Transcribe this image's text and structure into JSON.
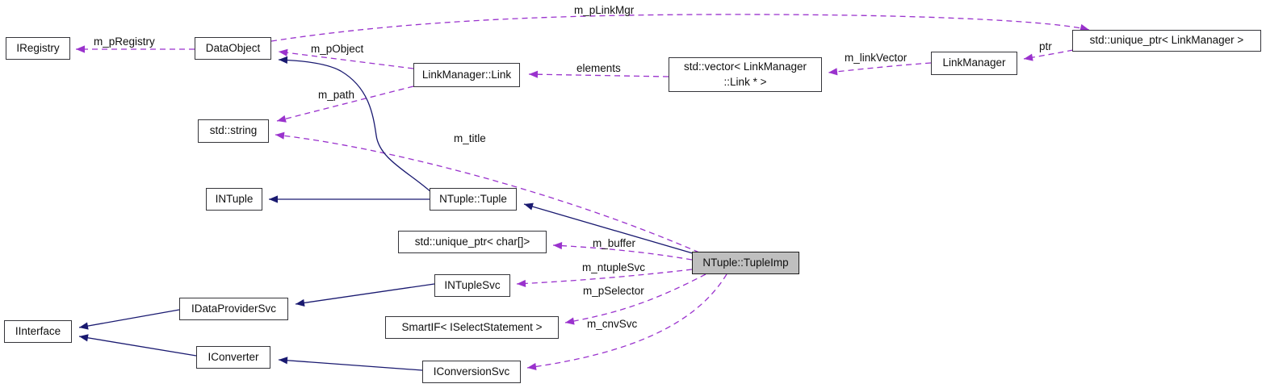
{
  "diagram": {
    "kind": "collaboration-graph",
    "focus_class": "NTuple::TupleImp",
    "colors": {
      "usage_edge": "#9a32cd",
      "inheritance_edge": "#191970",
      "node_fill": "#ffffff",
      "focus_node_fill": "#bfbfbf",
      "node_border": "#35353a",
      "text": "#101010",
      "background": "#ffffff"
    },
    "nodes": {
      "iregistry": {
        "label": "IRegistry"
      },
      "dataobject": {
        "label": "DataObject"
      },
      "linkmanagerLink": {
        "label": "LinkManager::Link"
      },
      "vectorLink": {
        "lines": [
          "std::vector< LinkManager",
          "::Link * >"
        ]
      },
      "linkmanager": {
        "label": "LinkManager"
      },
      "uniqueptrLinkmanager": {
        "label": "std::unique_ptr< LinkManager >"
      },
      "stdString": {
        "label": "std::string"
      },
      "intuple": {
        "label": "INTuple"
      },
      "ntupleTuple": {
        "label": "NTuple::Tuple"
      },
      "uniqueptrChar": {
        "label": "std::unique_ptr< char[]>"
      },
      "intuplesvc": {
        "label": "INTupleSvc"
      },
      "idataprovidersvc": {
        "label": "IDataProviderSvc"
      },
      "iinterface": {
        "label": "IInterface"
      },
      "smartif": {
        "label": "SmartIF< ISelectStatement >"
      },
      "iconverter": {
        "label": "IConverter"
      },
      "iconversionsvc": {
        "label": "IConversionSvc"
      },
      "tupleimp": {
        "label": "NTuple::TupleImp"
      }
    },
    "edges": {
      "m_pRegistry": {
        "label": "m_pRegistry",
        "from": "DataObject",
        "to": "IRegistry",
        "style": "dashed"
      },
      "m_pLinkMgr": {
        "label": "m_pLinkMgr",
        "from": "DataObject",
        "to": "std::unique_ptr< LinkManager >",
        "style": "dashed"
      },
      "m_pObject": {
        "label": "m_pObject",
        "from": "LinkManager::Link",
        "to": "DataObject",
        "style": "dashed"
      },
      "elements": {
        "label": "elements",
        "from": "std::vector< LinkManager::Link * >",
        "to": "LinkManager::Link",
        "style": "dashed"
      },
      "m_linkVector": {
        "label": "m_linkVector",
        "from": "LinkManager",
        "to": "std::vector< LinkManager::Link * >",
        "style": "dashed"
      },
      "ptr": {
        "label": "ptr",
        "from": "std::unique_ptr< LinkManager >",
        "to": "LinkManager",
        "style": "dashed"
      },
      "m_path": {
        "label": "m_path",
        "from": "LinkManager::Link",
        "to": "std::string",
        "style": "dashed"
      },
      "m_title": {
        "label": "m_title",
        "from": "NTuple::TupleImp",
        "to": "std::string",
        "style": "dashed"
      },
      "m_buffer": {
        "label": "m_buffer",
        "from": "NTuple::TupleImp",
        "to": "std::unique_ptr< char[]>",
        "style": "dashed"
      },
      "m_ntupleSvc": {
        "label": "m_ntupleSvc",
        "from": "NTuple::TupleImp",
        "to": "INTupleSvc",
        "style": "dashed"
      },
      "m_pSelector": {
        "label": "m_pSelector",
        "from": "NTuple::TupleImp",
        "to": "SmartIF< ISelectStatement >",
        "style": "dashed"
      },
      "m_cnvSvc": {
        "label": "m_cnvSvc",
        "from": "NTuple::TupleImp",
        "to": "IConversionSvc",
        "style": "dashed"
      }
    },
    "inheritance": [
      {
        "from": "NTuple::Tuple",
        "to": "INTuple"
      },
      {
        "from": "NTuple::Tuple",
        "to": "DataObject"
      },
      {
        "from": "NTuple::TupleImp",
        "to": "NTuple::Tuple"
      },
      {
        "from": "INTupleSvc",
        "to": "IDataProviderSvc"
      },
      {
        "from": "IDataProviderSvc",
        "to": "IInterface"
      },
      {
        "from": "IConverter",
        "to": "IInterface"
      },
      {
        "from": "IConversionSvc",
        "to": "IConverter"
      }
    ]
  }
}
